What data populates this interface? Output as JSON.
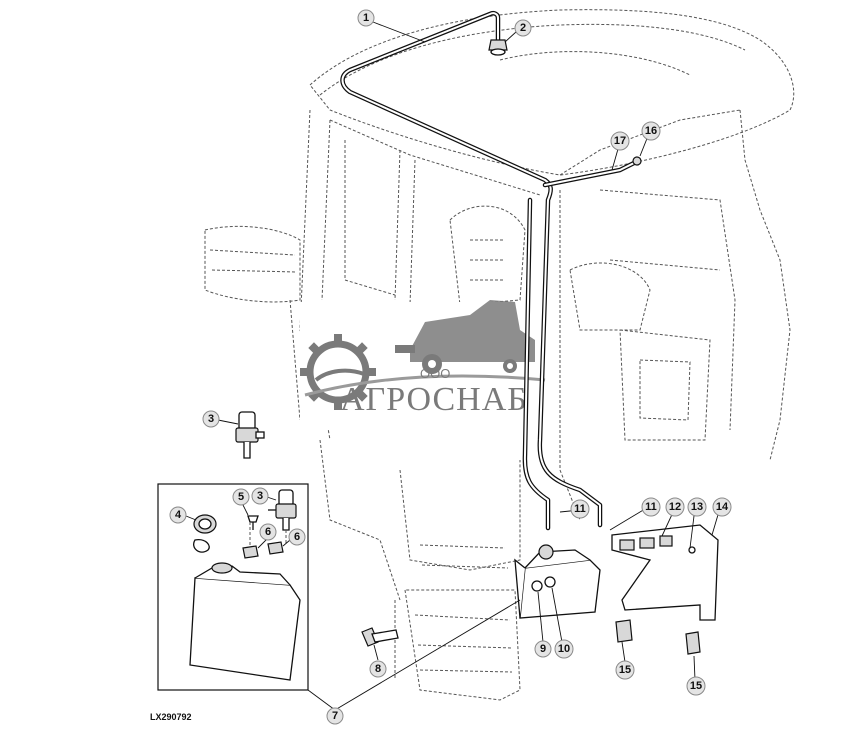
{
  "figure": {
    "reference_code": "LX290792"
  },
  "watermark": {
    "org_prefix": "ООО",
    "company": "АГРОСНАБ"
  },
  "callouts": [
    "1",
    "2",
    "3",
    "3",
    "4",
    "5",
    "6",
    "6",
    "7",
    "8",
    "9",
    "10",
    "11",
    "11",
    "12",
    "13",
    "14",
    "15",
    "15",
    "16",
    "17"
  ],
  "colors": {
    "line": "#111111",
    "phantom": "#555555",
    "callout_fill": "#e4e4e4",
    "watermark": "#7a7a7a"
  }
}
